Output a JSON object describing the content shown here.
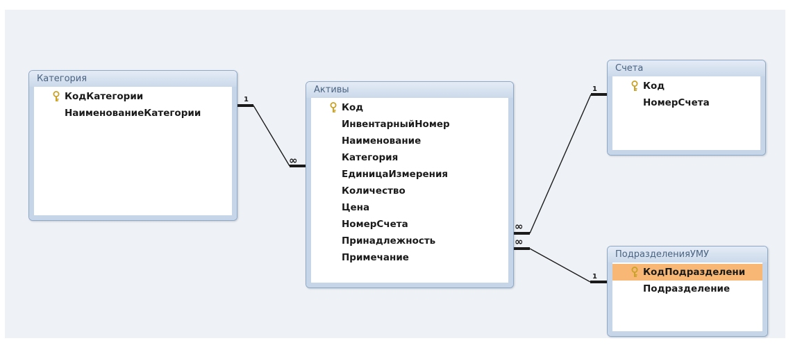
{
  "tables": [
    {
      "id": "category",
      "title": "Категория",
      "fields": [
        {
          "name": "КодКатегории",
          "key": true
        },
        {
          "name": "НаименованиеКатегории",
          "key": false
        }
      ]
    },
    {
      "id": "assets",
      "title": "Активы",
      "fields": [
        {
          "name": "Код",
          "key": true
        },
        {
          "name": "ИнвентарныйНомер",
          "key": false
        },
        {
          "name": "Наименование",
          "key": false
        },
        {
          "name": "Категория",
          "key": false
        },
        {
          "name": "ЕдиницаИзмерения",
          "key": false
        },
        {
          "name": "Количество",
          "key": false
        },
        {
          "name": "Цена",
          "key": false
        },
        {
          "name": "НомерСчета",
          "key": false
        },
        {
          "name": "Принадлежность",
          "key": false
        },
        {
          "name": "Примечание",
          "key": false
        }
      ]
    },
    {
      "id": "accounts",
      "title": "Счета",
      "fields": [
        {
          "name": "Код",
          "key": true
        },
        {
          "name": "НомерСчета",
          "key": false
        }
      ]
    },
    {
      "id": "departments",
      "title": "ПодразделенияУМУ",
      "fields": [
        {
          "name": "КодПодразделени",
          "key": true,
          "selected": true
        },
        {
          "name": "Подразделение",
          "key": false
        }
      ]
    }
  ],
  "relationships": [
    {
      "from": "category",
      "to": "assets",
      "from_card": "1",
      "to_card": "∞"
    },
    {
      "from": "accounts",
      "to": "assets",
      "from_card": "1",
      "to_card": "∞"
    },
    {
      "from": "departments",
      "to": "assets",
      "from_card": "1",
      "to_card": "∞"
    }
  ],
  "colors": {
    "background": "#eef1f5",
    "title_text": "#4a6381",
    "frame": "#c6d5e8",
    "border": "#8fa8c6",
    "selected_row": "#f8b774",
    "key_icon": "#c9a227",
    "line": "#1a1a1a"
  },
  "icon": "key-icon"
}
